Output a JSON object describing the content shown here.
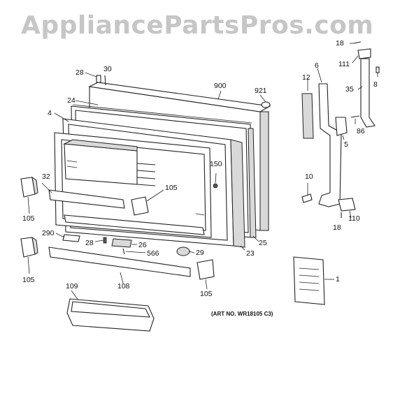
{
  "watermark": "AppliancePartsPros.com",
  "art_number": "(ART NO. WR18105 C3)",
  "callouts": {
    "c18a": "18",
    "c111": "111",
    "c35": "35",
    "c8": "8",
    "c28a": "28",
    "c30": "30",
    "c900": "900",
    "c921": "921",
    "c12": "12",
    "c6": "6",
    "c24": "24",
    "c4": "4",
    "c86": "86",
    "c5": "5",
    "c150": "150",
    "c32": "32",
    "c105a": "105",
    "c105b": "105",
    "c10": "10",
    "c110": "110",
    "c18b": "18",
    "c105c": "105",
    "c290": "290",
    "c28b": "28",
    "c26": "26",
    "c566": "566",
    "c29": "29",
    "c25": "25",
    "c23": "23",
    "c105d": "105",
    "c108": "108",
    "c109": "109",
    "c1": "1"
  }
}
